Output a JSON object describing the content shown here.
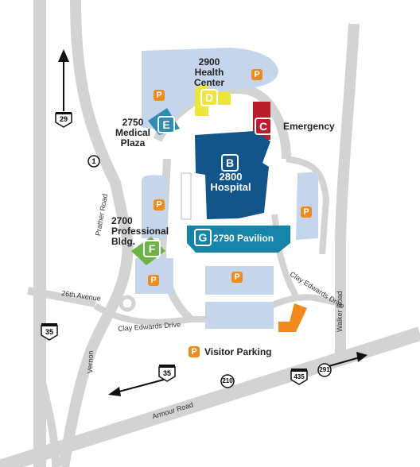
{
  "colors": {
    "road": "#d3d3d3",
    "lot": "#c5d6ec",
    "hospital": "#12558a",
    "pavilion": "#1584a8",
    "emergency": "#bb1e2a",
    "health_center": "#ede53c",
    "professional": "#6cb244",
    "parking": "#f08a1d",
    "medical_plaza": "#2f8cb5"
  },
  "buildings": {
    "health_center": {
      "letter": "D",
      "name": "2900\nHealth\nCenter"
    },
    "medical_plaza": {
      "letter": "E",
      "name": "2750\nMedical\nPlaza"
    },
    "emergency": {
      "letter": "C",
      "name": "Emergency"
    },
    "hospital": {
      "letter": "B",
      "name": "2800\nHospital"
    },
    "professional": {
      "letter": "F",
      "name": "2700\nProfessional\nBldg."
    },
    "pavilion": {
      "letter": "G",
      "name": "2790 Pavilion"
    }
  },
  "parking_symbol": "P",
  "legend": {
    "symbol": "P",
    "label": "Visitor Parking"
  },
  "roads": {
    "prather": "Prather Road",
    "vernon": "Vernon",
    "twentysixth": "26th Avenue",
    "clay_west": "Clay Edwards Drive",
    "clay_east": "Clay Edwards Drive",
    "walker": "Walker Road",
    "armour": "Armour Road"
  },
  "route_shields": {
    "i29": "29",
    "state1": "1",
    "i35_west": "35",
    "i35_south": "35",
    "state210": "210",
    "i435": "435",
    "state291": "291"
  },
  "icons": {
    "north_arrow": "north-arrow-icon",
    "direction_arrow": "double-arrow-icon"
  }
}
